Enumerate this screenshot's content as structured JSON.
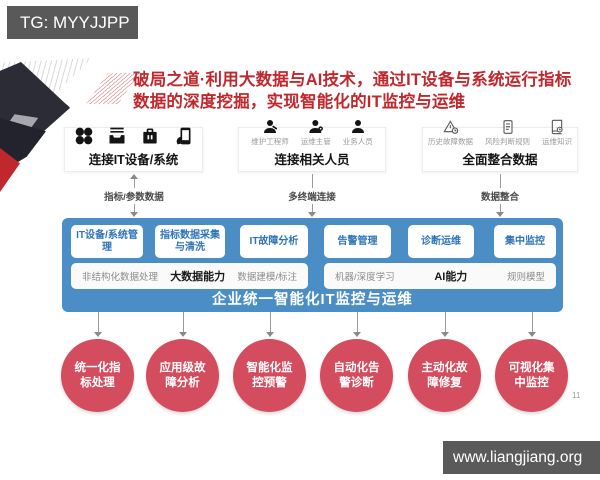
{
  "colors": {
    "accent_red": "#c0282e",
    "platform_blue": "#4a8ec5",
    "circle_red": "#d34d5e",
    "bar_gray": "#595959",
    "capability_text_blue": "#2e74b8"
  },
  "watermarks": {
    "top": "TG: MYYJJPP",
    "bottom": "www.liangjiang.org"
  },
  "page_number": "11",
  "title": "破局之道·利用大数据与AI技术，通过IT设备与系统运行指标数据的深度挖掘，实现智能化的IT监控与运维",
  "sources": [
    {
      "label": "连接IT设备/系统",
      "icons": [
        "app-modules-icon",
        "server-icon",
        "briefcase-icon",
        "mobile-icon"
      ],
      "flow_label": "指标/参数数据"
    },
    {
      "label": "连接相关人员",
      "members": [
        {
          "icon": "engineer-icon",
          "label": "维护工程师"
        },
        {
          "icon": "supervisor-icon",
          "label": "运维主管"
        },
        {
          "icon": "business-user-icon",
          "label": "业务人员"
        }
      ],
      "flow_label": "多终端连接"
    },
    {
      "label": "全面整合数据",
      "datasets": [
        {
          "icon": "fault-history-icon",
          "label": "历史故障数据"
        },
        {
          "icon": "risk-rule-icon",
          "label": "风险判断规则"
        },
        {
          "icon": "ops-knowledge-icon",
          "label": "运维知识"
        }
      ],
      "flow_label": "数据整合"
    }
  ],
  "platform": {
    "capability_boxes": [
      "IT设备/系统管理",
      "指标数据采集与清洗",
      "IT故障分析",
      "告警管理",
      "诊断运维",
      "集中监控"
    ],
    "tech_groups": [
      {
        "left": "非结构化数据处理",
        "center": "大数据能力",
        "right": "数据建模/标注"
      },
      {
        "left": "机器/深度学习",
        "center": "AI能力",
        "right": "规则模型"
      }
    ],
    "banner": "企业统一智能化IT监控与运维"
  },
  "outcomes": [
    "统一化指标处理",
    "应用级故障分析",
    "智能化监控预警",
    "自动化告警诊断",
    "主动化故障修复",
    "可视化集中监控"
  ]
}
